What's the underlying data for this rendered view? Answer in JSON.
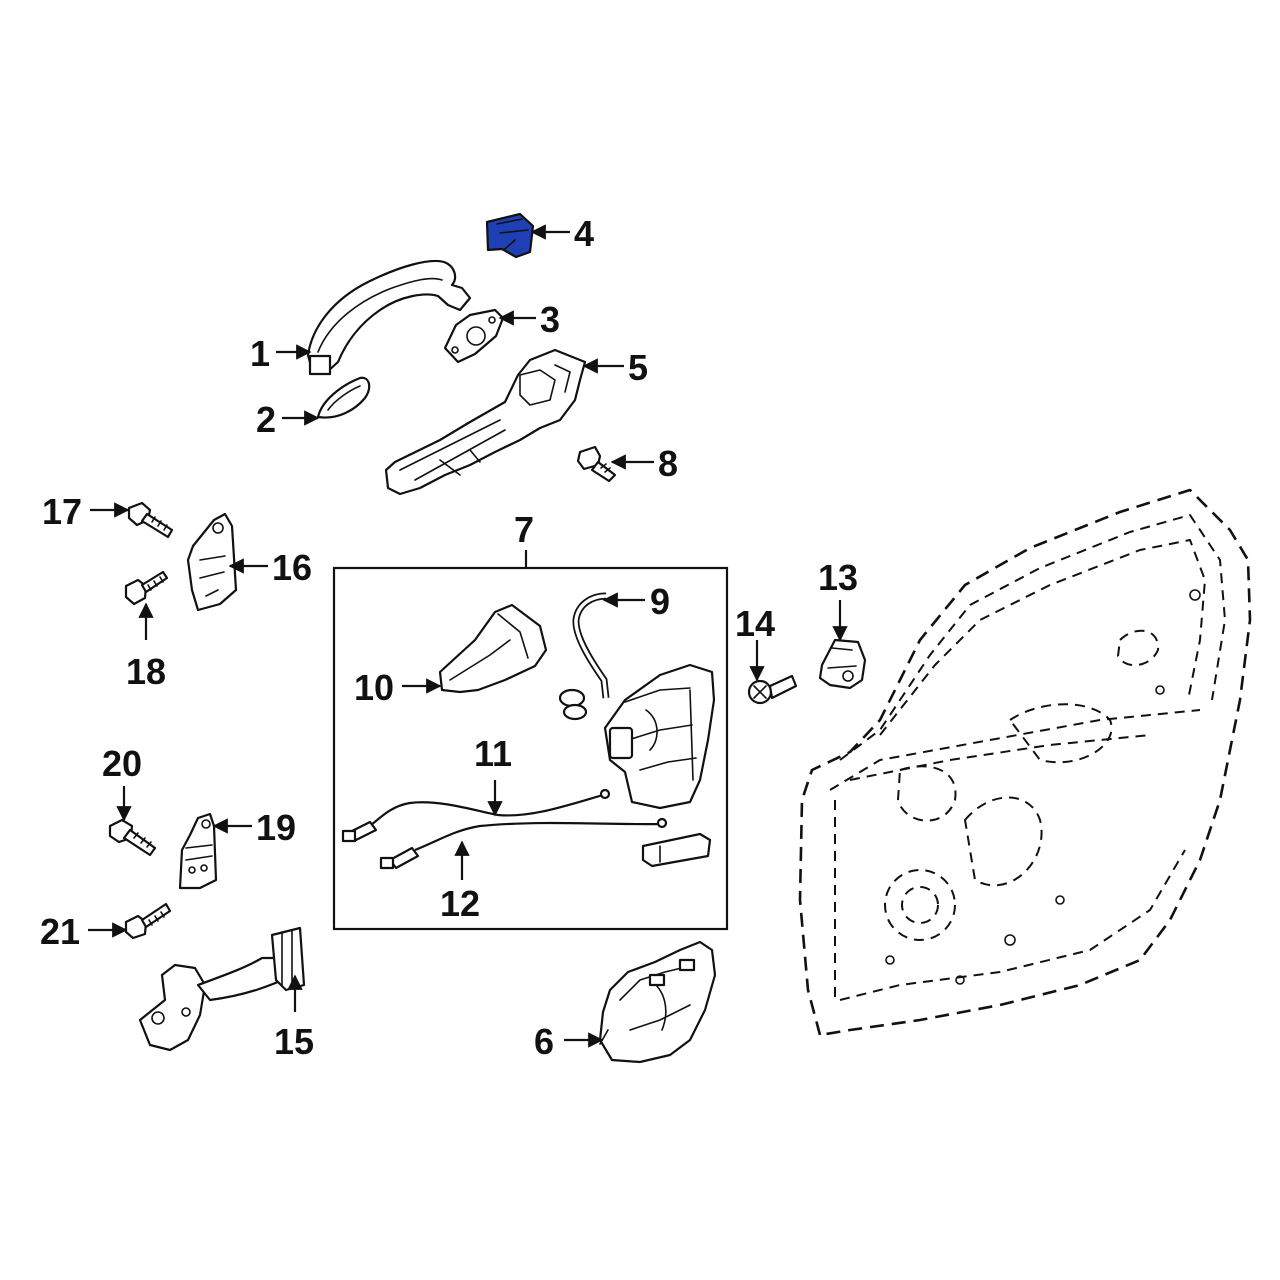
{
  "colors": {
    "highlight": "#1f3fb4",
    "line": "#111111",
    "background": "#ffffff"
  },
  "callouts": {
    "c1": "1",
    "c2": "2",
    "c3": "3",
    "c4": "4",
    "c5": "5",
    "c6": "6",
    "c7": "7",
    "c8": "8",
    "c9": "9",
    "c10": "10",
    "c11": "11",
    "c12": "12",
    "c13": "13",
    "c14": "14",
    "c15": "15",
    "c16": "16",
    "c17": "17",
    "c18": "18",
    "c19": "19",
    "c20": "20",
    "c21": "21"
  }
}
